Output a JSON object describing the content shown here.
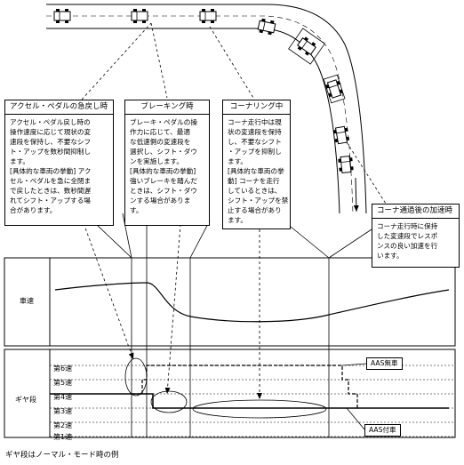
{
  "boxes": [
    {
      "title": "アクセル・ペダルの急戻し時",
      "body": "アクセル・ペダル戻し時の\n操作速度に応じて現状の変\n速段を保持し、不要なシフ\nト・アップを数秒間抑制し\nます。\n[具体的な車両の挙動] アク\nセル・ペダルを急に全閉ま\nで戻したときは、数秒間遅\nれてシフト・アップする場\n合があります。"
    },
    {
      "title": "ブレーキング時",
      "body": "ブレーキ・ペダルの操\n作力に応じて、最適\nな低速側の変速段を\n選択し、シフト・ダウ\nンを実施します。\n[具体的な車両の挙動]\n強いブレーキを踏んだ\nときは、シフト・ダウ\nンする場合がありま\nす。"
    },
    {
      "title": "コーナリング中",
      "body": "コーナ走行中は現\n状の変速段を保持\nし、不要なシフト\n・アップを抑制し\nます。\n[具体的な車両の挙\n動] コーナを走行\nしているときは、\nシフト・アップを禁\n止する場合があり\nます。"
    },
    {
      "title": "コーナ通過後の加速時",
      "body": "コーナ走行時に保持\nした変速段でレスポ\nンスの良い加速を行\nいます。"
    }
  ],
  "rows": {
    "speed_label": "車速",
    "gear_label": "ギヤ段"
  },
  "gears": [
    "第6速",
    "第5速",
    "第4速",
    "第3速",
    "第2速",
    "第1速"
  ],
  "tags": {
    "without_aas": "AAS無車",
    "with_aas": "AAS付車"
  },
  "caption": "ギヤ段はノーマル・モード時の例"
}
